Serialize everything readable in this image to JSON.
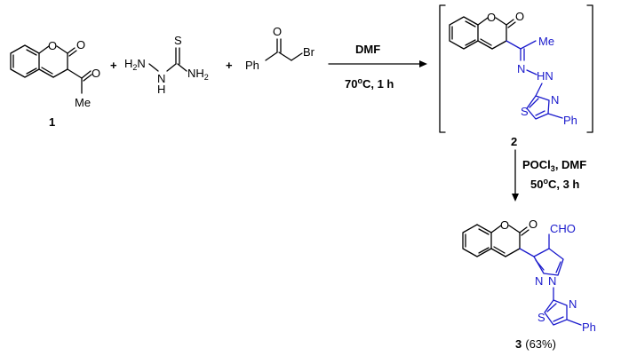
{
  "reagents": {
    "plus": "+",
    "thio": {
      "h2n": "H",
      "h2n_sub": "2",
      "h2n_n": "N",
      "nh_n": "N",
      "nh_h": "H",
      "s": "S",
      "nh2": "NH",
      "nh2_sub": "2"
    },
    "phenacyl": {
      "o": "O",
      "ph": "Ph",
      "br": "Br"
    }
  },
  "compound1": {
    "label": "1",
    "o_ring": "O",
    "o_carbonyl": "O",
    "o_acetyl": "O",
    "me": "Me"
  },
  "step1": {
    "solvent": "DMF",
    "temp": "70",
    "deg": "o",
    "temp_unit": "C, 1 h"
  },
  "compound2": {
    "label": "2",
    "o_ring": "O",
    "o_carbonyl": "O",
    "me": "Me",
    "n1": "N",
    "nh": "HN",
    "n_thz": "N",
    "s_thz": "S",
    "ph": "Ph"
  },
  "step2": {
    "reagent": "POCl",
    "reagent_sub": "3",
    "reagent_rest": ", DMF",
    "temp": "50",
    "deg": "o",
    "temp_unit": "C, 3 h"
  },
  "compound3": {
    "label": "3",
    "yield": "(63%)",
    "o_ring": "O",
    "o_carbonyl": "O",
    "cho": "CHO",
    "n_pyr": "N",
    "n_pyr2": "N",
    "n_thz": "N",
    "s_thz": "S",
    "ph": "Ph"
  },
  "colors": {
    "black": "#000000",
    "blue": "#1a1acc"
  }
}
